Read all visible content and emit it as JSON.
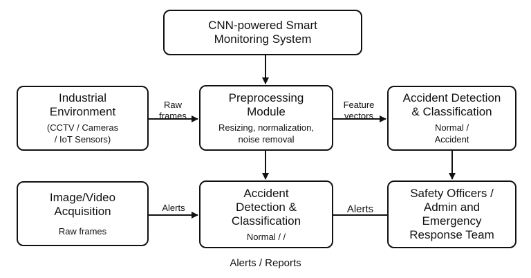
{
  "nodes": {
    "title": {
      "line1": "CNN-powered Smart",
      "line2": "Monitoring System"
    },
    "industrial": {
      "line1": "Industrial",
      "line2": "Environment",
      "sub1": "(CCTV / Cameras",
      "sub2": "/ IoT Sensors)"
    },
    "preprocessing": {
      "line1": "Preprocessing",
      "line2": "Module",
      "sub1": "Resizing, normalization,",
      "sub2": "noise removal"
    },
    "detection_top": {
      "line1": "Accident Detection",
      "line2": "& Classification",
      "sub1": "Normal /",
      "sub2": "Accident"
    },
    "acquisition": {
      "line1": "Image/Video",
      "line2": "Acquisition",
      "sub1": "Raw frames"
    },
    "detection_mid": {
      "line1": "Accident",
      "line2": "Detection &",
      "line3": "Classification",
      "sub1": "Normal / /"
    },
    "safety": {
      "line1": "Safety Officers /",
      "line2": "Admin and",
      "line3": "Emergency",
      "line4": "Response Team"
    }
  },
  "edge_labels": {
    "raw_frames_1": "Raw",
    "raw_frames_2": "frames",
    "feature_1": "Feature",
    "feature_2": "vectors",
    "alerts_left": "Alerts",
    "alerts_right": "Alerts"
  },
  "caption": "Alerts / Reports"
}
